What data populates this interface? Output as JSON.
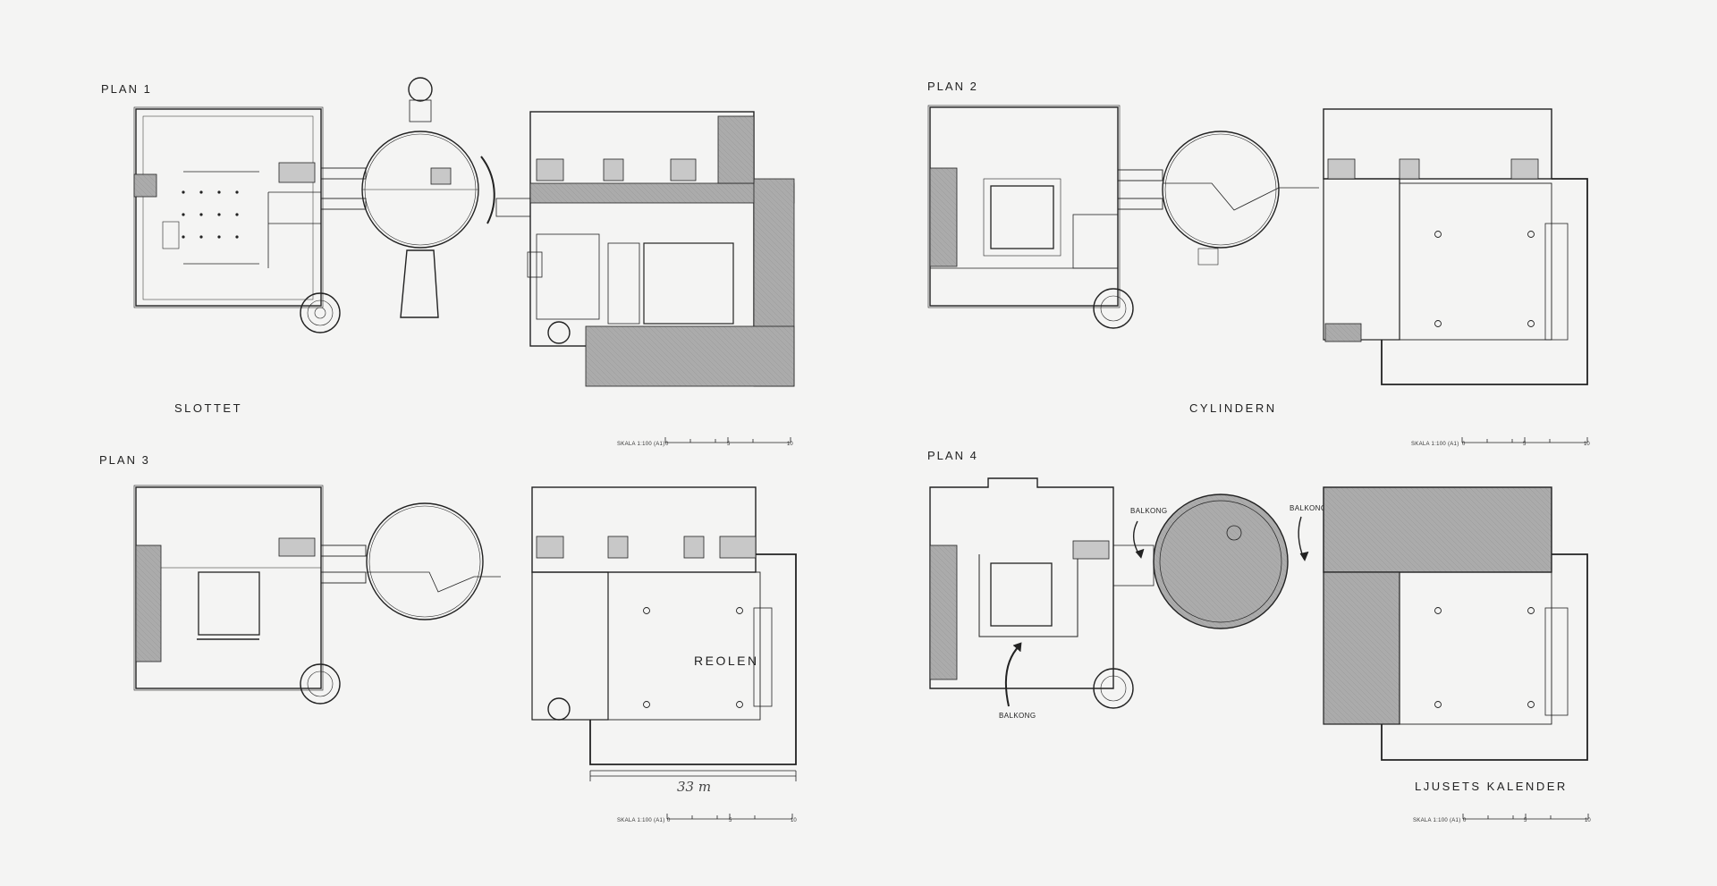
{
  "plans": [
    {
      "title": "PLAN 1",
      "building": "SLOTTET"
    },
    {
      "title": "PLAN 2",
      "building": "CYLINDERN"
    },
    {
      "title": "PLAN 3",
      "building": "REOLEN"
    },
    {
      "title": "PLAN 4",
      "building": "LJUSETS KALENDER"
    }
  ],
  "scale": {
    "label": "SKALA 1:100 (A1)",
    "ticks": [
      "0",
      "5",
      "10"
    ]
  },
  "annotations": {
    "balkong": "BALKONG",
    "dimension": "33 m"
  },
  "colors": {
    "paper": "#f4f4f3",
    "ink": "#222222",
    "fill_shaded": "#a9a9a9"
  }
}
